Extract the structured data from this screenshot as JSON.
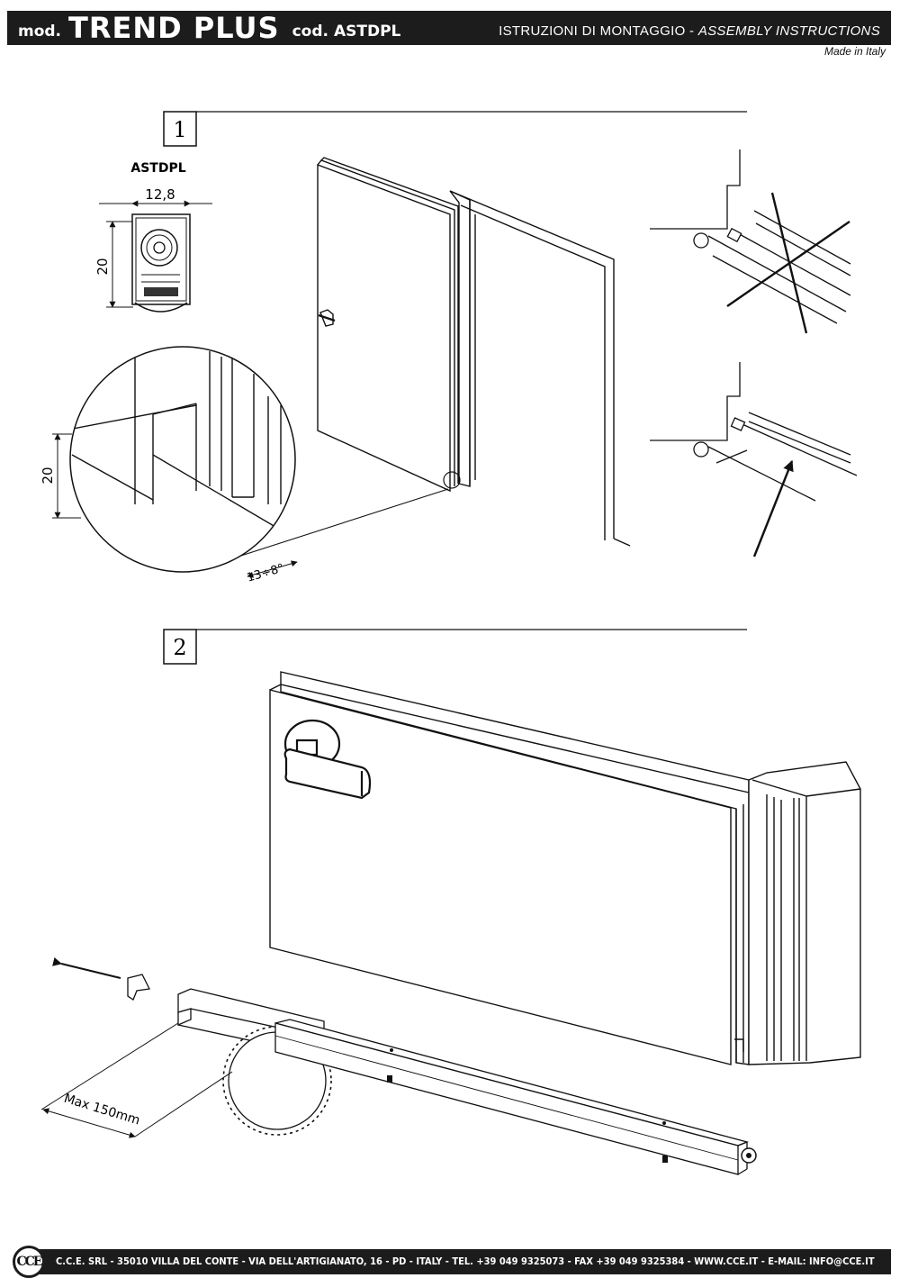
{
  "header": {
    "mod_prefix": "mod.",
    "model_name": "TREND PLUS",
    "cod_prefix": "cod.",
    "code": "ASTDPL",
    "instructions_it": "ISTRUZIONI DI MONTAGGIO - ",
    "instructions_en": "ASSEMBLY INSTRUCTIONS",
    "made_in": "Made in Italy"
  },
  "step1": {
    "number": "1",
    "profile_label": "ASTDPL",
    "width_dim": "12,8",
    "height_dim": "20",
    "detail_height_dim": "20",
    "detail_gap_dim": "13÷8°"
  },
  "step2": {
    "number": "2",
    "max_cut": "Max 150mm"
  },
  "footer": {
    "logo": "CCE",
    "contact": "C.C.E. SRL - 35010 VILLA DEL CONTE - VIA DELL'ARTIGIANATO, 16 - PD - ITALY - TEL. +39 049 9325073 - FAX +39 049 9325384 - WWW.CCE.IT - E-MAIL: INFO@CCE.IT"
  }
}
